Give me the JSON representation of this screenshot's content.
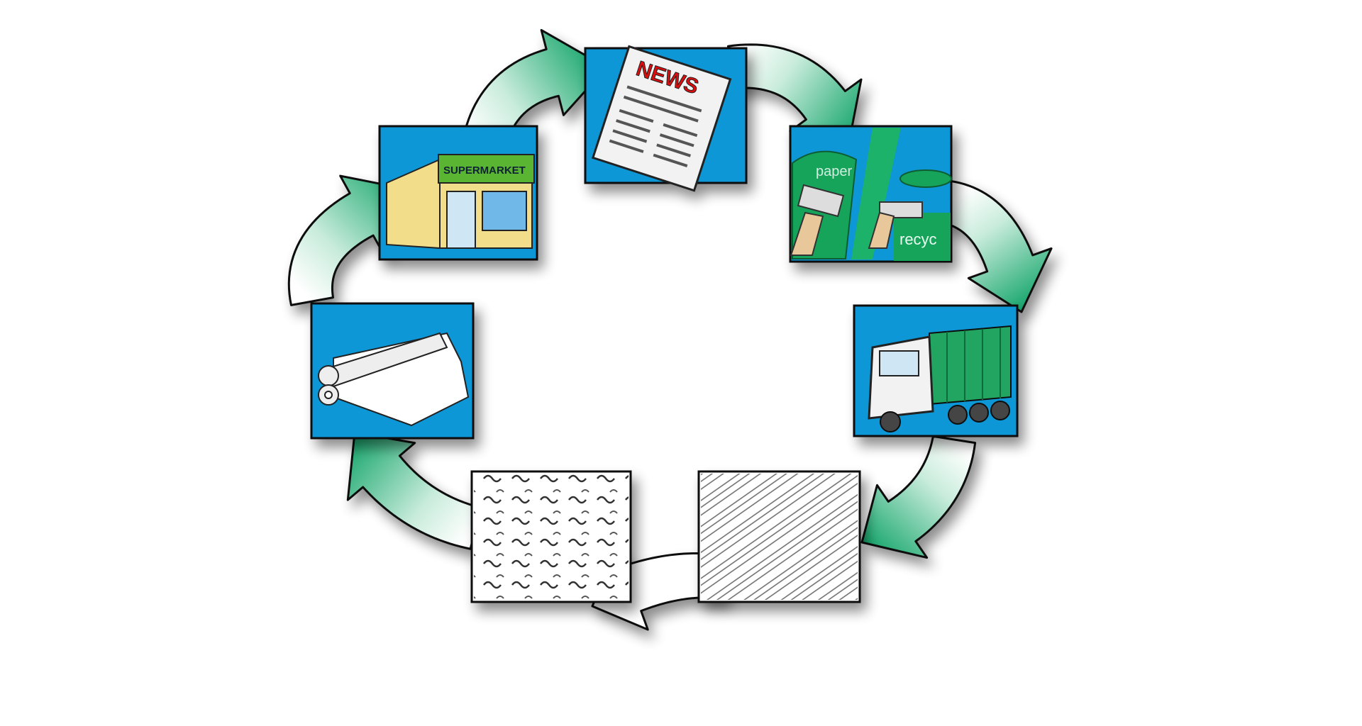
{
  "diagram": {
    "panels": {
      "newspaper": {
        "headline": "NEWS"
      },
      "supermarket": {
        "sign": "SUPERMARKET"
      },
      "recycling": {
        "bin_paper": "paper",
        "bin_recycle": "recyc"
      }
    },
    "colors": {
      "panel_blue": "#0a97d6",
      "arrow_green": "#1aa86e",
      "bin_green": "#17a35a",
      "sign_green": "#5ab533",
      "store_yellow": "#f2dd8a"
    }
  }
}
